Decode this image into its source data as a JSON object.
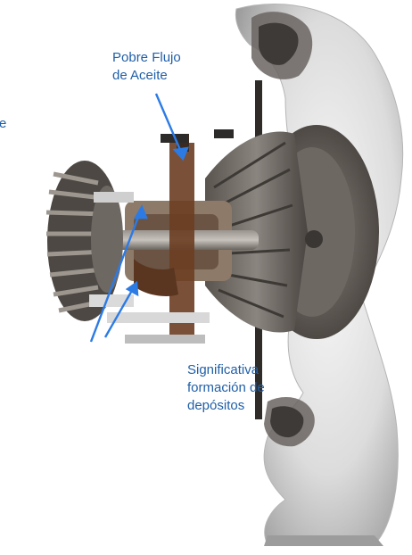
{
  "callouts": {
    "oil_flow": "Pobre Flujo\nde Aceite",
    "deposits": "Significativa\nformación de\ndepósitos",
    "edge_fragment": "e"
  },
  "colors": {
    "callout_text": "#1f5fa8",
    "arrow": "#2c7be5",
    "housing": "#e3e3e3",
    "metal_dark": "#4a4540",
    "metal_mid": "#7a7470",
    "deposit": "#6b3e22"
  }
}
